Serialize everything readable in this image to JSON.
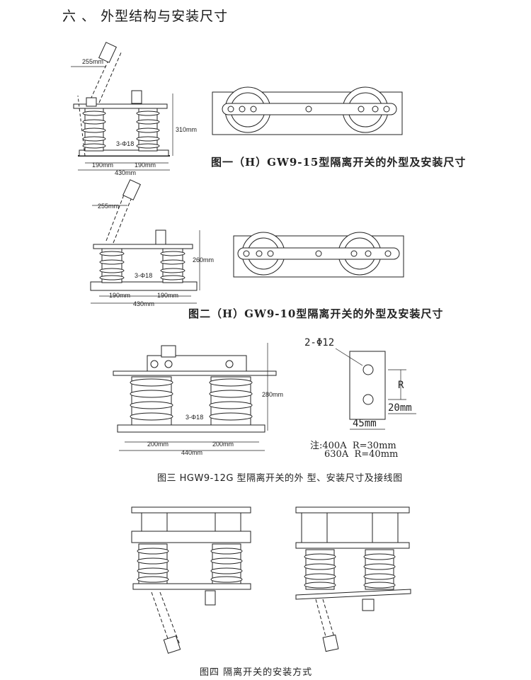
{
  "section_heading": "六 、 外型结构与安装尺寸",
  "figure1": {
    "caption": "图一（H）GW9-15型隔离开关的外型及安装尺寸",
    "dims": {
      "arm": "255mm",
      "height": "310mm",
      "hole": "3-Φ18",
      "span_left": "190mm",
      "span_right": "190mm",
      "total": "430mm"
    }
  },
  "figure2": {
    "caption": "图二（H）GW9-10型隔离开关的外型及安装尺寸",
    "dims": {
      "arm": "255mm",
      "height": "260mm",
      "hole": "3-Φ18",
      "span_left": "190mm",
      "span_right": "190mm",
      "total": "430mm"
    }
  },
  "figure3": {
    "caption": "图三  HGW9-12G 型隔离开关的外 型、安装尺寸及接线图",
    "dims": {
      "height": "280mm",
      "hole": "3-Φ18",
      "span_left": "200mm",
      "span_right": "200mm",
      "total": "440mm"
    },
    "terminal": {
      "holes": "2-Φ12",
      "radius_label": "R",
      "offset": "20mm",
      "width": "45mm"
    },
    "note_line1": "注:400A  R=30mm",
    "note_line2": "630A  R=40mm"
  },
  "figure4": {
    "caption": "图四 隔离开关的安装方式"
  }
}
